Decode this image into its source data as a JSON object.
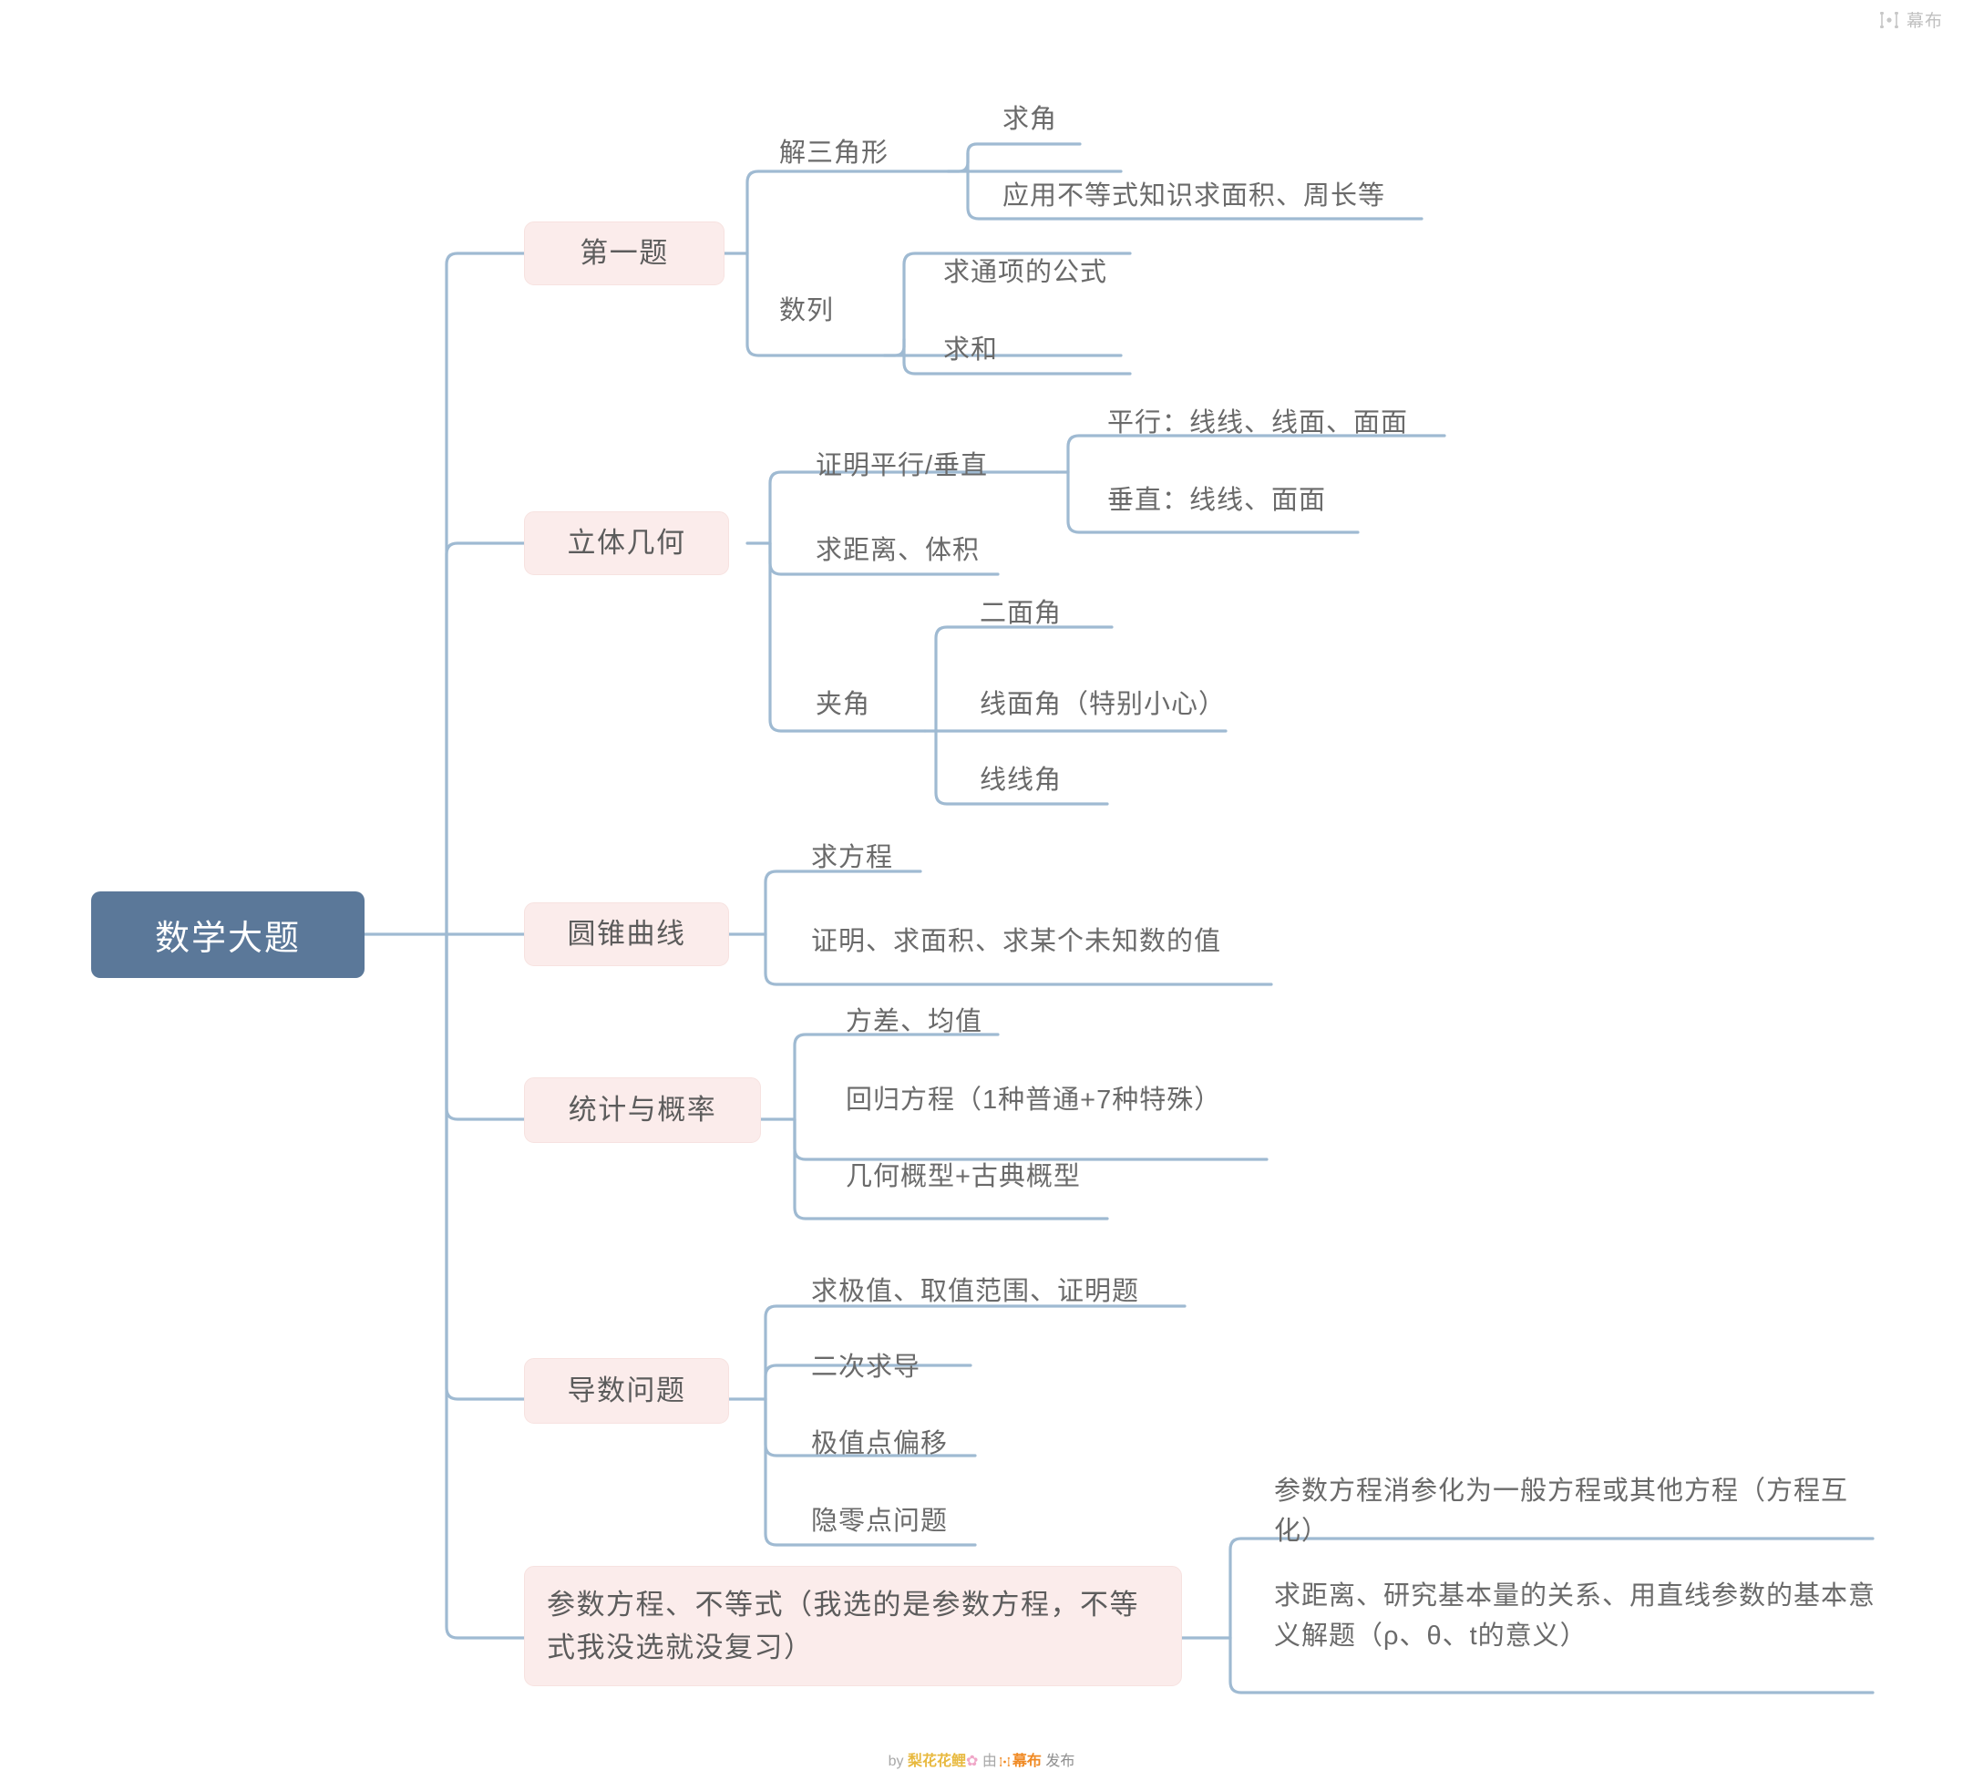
{
  "brand": {
    "name": "幕布",
    "logo_icon": "mubu-logo-icon"
  },
  "mindmap": {
    "root": {
      "label": "数学大题"
    },
    "branches": [
      {
        "label": "第一题",
        "children": [
          {
            "label": "解三角形",
            "children": [
              {
                "label": "求角"
              },
              {
                "label": "应用不等式知识求面积、周长等"
              }
            ]
          },
          {
            "label": "数列",
            "children": [
              {
                "label": "求通项的公式"
              },
              {
                "label": "求和"
              }
            ]
          }
        ]
      },
      {
        "label": "立体几何",
        "children": [
          {
            "label": "证明平行/垂直",
            "children": [
              {
                "label": "平行：线线、线面、面面"
              },
              {
                "label": "垂直：线线、面面"
              }
            ]
          },
          {
            "label": "求距离、体积",
            "children": []
          },
          {
            "label": "夹角",
            "children": [
              {
                "label": "二面角"
              },
              {
                "label": "线面角（特别小心）"
              },
              {
                "label": "线线角"
              }
            ]
          }
        ]
      },
      {
        "label": "圆锥曲线",
        "children": [
          {
            "label": "求方程",
            "children": []
          },
          {
            "label": "证明、求面积、求某个未知数的值",
            "children": []
          }
        ]
      },
      {
        "label": "统计与概率",
        "children": [
          {
            "label": "方差、均值",
            "children": []
          },
          {
            "label": "回归方程（1种普通+7种特殊）",
            "children": []
          },
          {
            "label": "几何概型+古典概型",
            "children": []
          }
        ]
      },
      {
        "label": "导数问题",
        "children": [
          {
            "label": "求极值、取值范围、证明题",
            "children": []
          },
          {
            "label": "二次求导",
            "children": []
          },
          {
            "label": "极值点偏移",
            "children": []
          },
          {
            "label": "隐零点问题",
            "children": []
          }
        ]
      },
      {
        "label": "参数方程、不等式（我选的是参数方程，不等式我没选就没复习）",
        "children": [
          {
            "label": "参数方程消参化为一般方程或其他方程（方程互化）",
            "children": []
          },
          {
            "label": "求距离、研究基本量的关系、用直线参数的基本意义解题（ρ、θ、t的意义）",
            "children": []
          }
        ]
      }
    ]
  },
  "footer": {
    "by": "by",
    "author": "梨花花鲤",
    "flower": "✿",
    "you": "由",
    "mubu": "幕布",
    "publish": "发布",
    "logo_icon": "mubu-logo-icon"
  },
  "colors": {
    "root_bg": "#5b7899",
    "node_bg": "#fbeceb",
    "line": "#9fbad2",
    "text": "#6a6a6a",
    "brand": "#f08a24"
  }
}
